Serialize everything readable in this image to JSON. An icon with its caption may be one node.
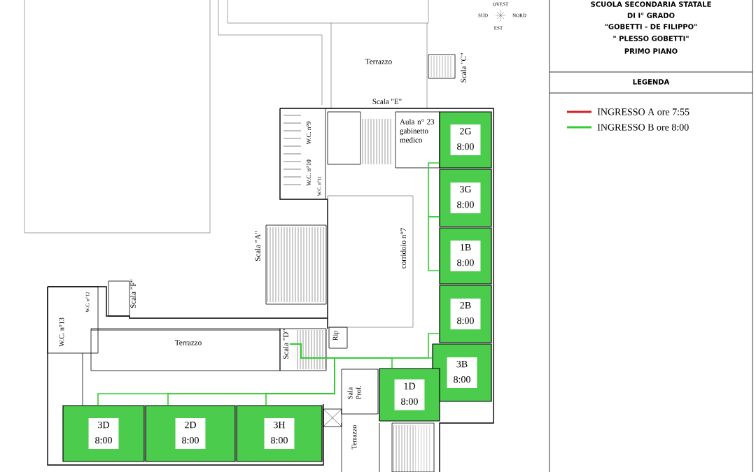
{
  "diagram": {
    "title": "SCUOLA SECONDARIA STATALE",
    "nodes": [
      {
        "text": [
          "2G",
          "8:00"
        ]
      },
      {
        "text": [
          "3G",
          "8:00"
        ]
      },
      {
        "text": [
          "1B",
          "8:00"
        ]
      },
      {
        "text": [
          "2B",
          "8:00"
        ]
      },
      {
        "text": [
          "3B",
          "8:00"
        ]
      },
      {
        "text": [
          "1D",
          "8:00"
        ]
      },
      {
        "text": [
          "3D",
          "8:00"
        ]
      },
      {
        "text": [
          "2D",
          "8:00"
        ]
      },
      {
        "text": [
          "3H",
          "8:00"
        ]
      },
      {
        "text": [
          "Scala \"D\""
        ]
      }
    ],
    "edges": [
      {
        "from": 0,
        "to": 1,
        "arrow": "none"
      },
      {
        "from": 1,
        "to": 2,
        "arrow": "none"
      },
      {
        "from": 9,
        "to": 3,
        "arrow": "none"
      },
      {
        "from": 9,
        "to": 4,
        "arrow": "none"
      },
      {
        "from": 9,
        "to": 5,
        "arrow": "none"
      },
      {
        "from": 9,
        "to": 6,
        "arrow": "none"
      },
      {
        "from": 9,
        "to": 7,
        "arrow": "none"
      },
      {
        "from": 9,
        "to": 8,
        "arrow": "none"
      }
    ],
    "labels": [
      "OVEST",
      "SUD",
      "NORD",
      "EST",
      "DI I° GRADO",
      "\"GOBETTI - DE FILIPPO\"",
      "\" PLESSO GOBETTI\"",
      "PRIMO PIANO",
      "LEGENDA",
      "Terrazzo",
      "Scala \"C\"",
      "Scala \"E\"",
      "Aula n° 23 gabinetto medico",
      "W.C. n°9",
      "W.C. n°10",
      "W.C. n°11",
      "Scala \"A\"",
      "corridoio n°7",
      "Scala \"F\"",
      "W.C. n°12",
      "W.C. n°13",
      "Terrazzo",
      "Rip",
      "Sala Prof.",
      "Terrazzo"
    ],
    "legend": [
      {
        "text": "INGRESSO A ore 7:55",
        "color": "#d42020"
      },
      {
        "text": "INGRESSO B ore 8:00",
        "color": "#33cc33"
      }
    ]
  }
}
